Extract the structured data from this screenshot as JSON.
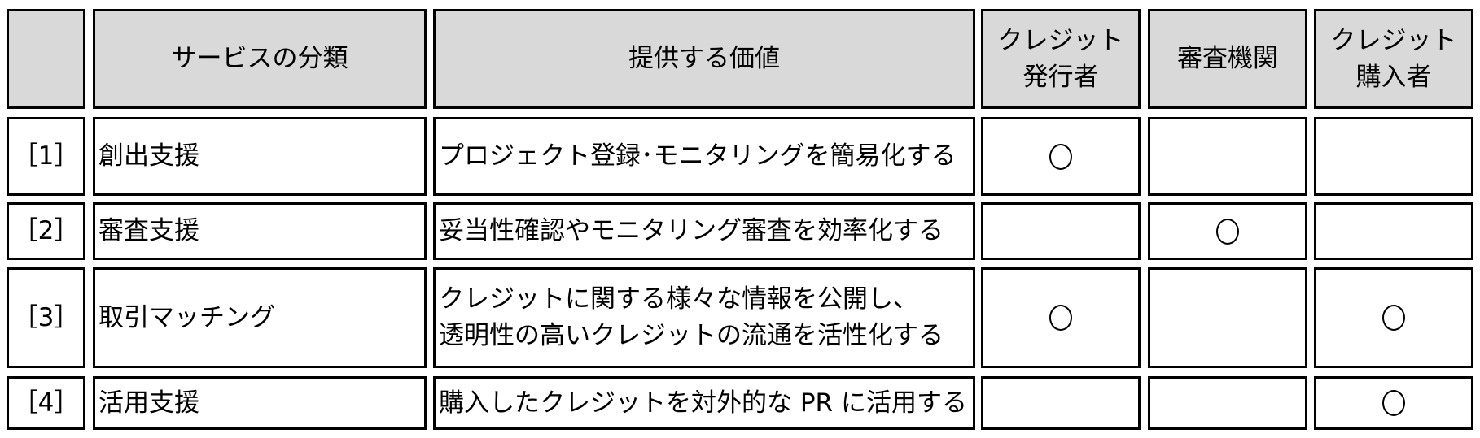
{
  "header": {
    "number": "",
    "category": "サービスの分類",
    "value": "提供する価値",
    "issuer": [
      "クレジット",
      "発行者"
    ],
    "auditor": "審査機関",
    "buyer": [
      "クレジット",
      "購入者"
    ]
  },
  "rows": [
    {
      "number": "［1］",
      "category": "創出支援",
      "value": [
        "プロジェクト登録･モニタリングを簡易化する"
      ],
      "issuer": true,
      "auditor": false,
      "buyer": false
    },
    {
      "number": "［2］",
      "category": "審査支援",
      "value": [
        "妥当性確認やモニタリング審査を効率化する"
      ],
      "issuer": false,
      "auditor": true,
      "buyer": false
    },
    {
      "number": "［3］",
      "category": "取引マッチング",
      "value": [
        "クレジットに関する様々な情報を公開し、",
        "透明性の高いクレジットの流通を活性化する"
      ],
      "issuer": true,
      "auditor": false,
      "buyer": true
    },
    {
      "number": "［4］",
      "category": "活用支援",
      "value": [
        "購入したクレジットを対外的な PR に活用する"
      ],
      "issuer": false,
      "auditor": false,
      "buyer": true
    }
  ],
  "mark_symbol": "circle"
}
